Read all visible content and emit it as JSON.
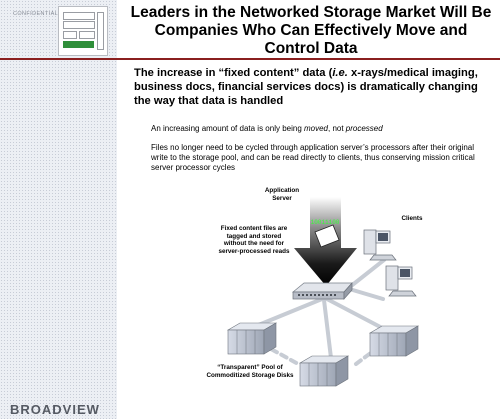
{
  "sidebar": {
    "confidential_label": "CONFIDENTIAL",
    "brand": "BROADVIEW"
  },
  "header": {
    "title": "Leaders in the Networked Storage Market Will Be Companies Who Can Effectively Move and Control Data"
  },
  "main": {
    "subtitle_part1": "The increase in “fixed content” data (",
    "subtitle_ie": "i.e.",
    "subtitle_part2": " x-rays/medical imaging, business docs, financial services docs) is dramatically changing the way that data is handled",
    "bullet1_part1": "An increasing amount of data is only being ",
    "bullet1_moved": "moved",
    "bullet1_part2": ", not ",
    "bullet1_processed": "processed",
    "bullet2": "Files no longer need to be cycled through application server’s processors after their original write to the storage pool, and can be read directly to clients, thus conserving mission critical server processor cycles"
  },
  "diagram": {
    "app_server_label": "Application Server",
    "clients_label": "Clients",
    "fixed_content_label": "Fixed content files are tagged and stored without the need for server-processed reads",
    "binary_text": "10011100",
    "pool_label": "“Transparent” Pool of Commoditized Storage Disks",
    "colors": {
      "accent_red": "#8a1f1f",
      "binary_green": "#33ff33",
      "logo_green": "#2f8f3a"
    }
  }
}
